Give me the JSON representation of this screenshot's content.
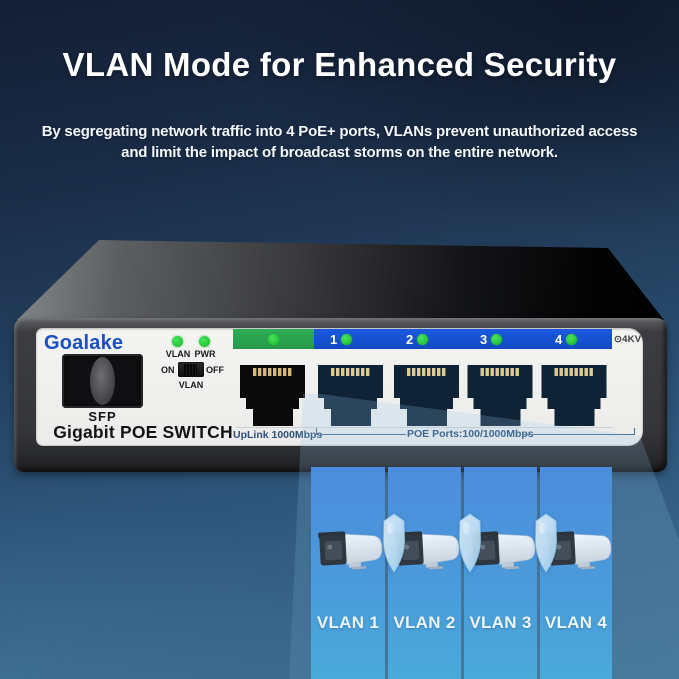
{
  "header": {
    "title": "VLAN Mode for Enhanced Security",
    "subtitle_line1": "By segregating network traffic into 4 PoE+ ports, VLANs prevent unauthorized access",
    "subtitle_line2": "and limit the impact of broadcast storms on the entire network."
  },
  "device": {
    "brand": "Goalake",
    "model_label": "Gigabit POE SWITCH",
    "sfp_label": "SFP",
    "status_leds": {
      "vlan_label": "VLAN",
      "pwr_label": "PWR"
    },
    "vlan_toggle": {
      "on_label": "ON",
      "off_label": "OFF",
      "switch_label": "VLAN"
    },
    "surge_icon": "⊙",
    "surge_value": "4KV",
    "uplink_port": {
      "caption": "UpLink 1000Mbps"
    },
    "poe_ports": {
      "numbers": [
        "1",
        "2",
        "3",
        "4"
      ],
      "caption": "POE Ports:100/1000Mbps"
    },
    "colors": {
      "brand_blue": "#1c4fc2",
      "uplink_header_green": "#29a44f",
      "poe_header_blue": "#1551d3",
      "led_green": "#2ee24a",
      "faceplate": "#f1f1ef"
    }
  },
  "vlan_zones": [
    {
      "label": "VLAN 1"
    },
    {
      "label": "VLAN 2"
    },
    {
      "label": "VLAN 3"
    },
    {
      "label": "VLAN 4"
    }
  ]
}
